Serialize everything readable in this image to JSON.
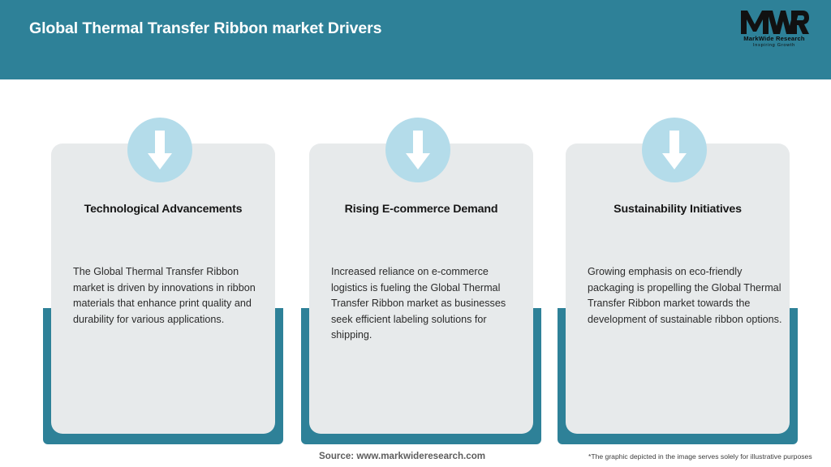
{
  "header": {
    "title": "Global Thermal Transfer Ribbon market Drivers",
    "background_color": "#2e8198",
    "title_color": "#ffffff"
  },
  "logo": {
    "mark": "MWR",
    "name": "MarkWide Research",
    "tagline": "Inspiring Growth"
  },
  "cards": [
    {
      "icon": "down-arrow-icon",
      "title": "Technological Advancements",
      "body": "The Global Thermal Transfer Ribbon market is driven by innovations in ribbon materials that enhance print quality and durability for various applications."
    },
    {
      "icon": "down-arrow-icon",
      "title": "Rising E-commerce Demand",
      "body": "Increased reliance on e-commerce logistics is fueling the Global Thermal Transfer Ribbon market as businesses seek efficient labeling solutions for shipping."
    },
    {
      "icon": "down-arrow-icon",
      "title": "Sustainability Initiatives",
      "body": "Growing emphasis on eco-friendly packaging is propelling the Global Thermal Transfer Ribbon market towards the development of sustainable ribbon options."
    }
  ],
  "footer": {
    "source": "Source: www.markwideresearch.com",
    "disclaimer": "*The graphic depicted in the image serves solely for illustrative purposes"
  },
  "colors": {
    "teal": "#2e8198",
    "panel_grey": "#e7eaeb",
    "badge_blue": "#b4dcea"
  }
}
